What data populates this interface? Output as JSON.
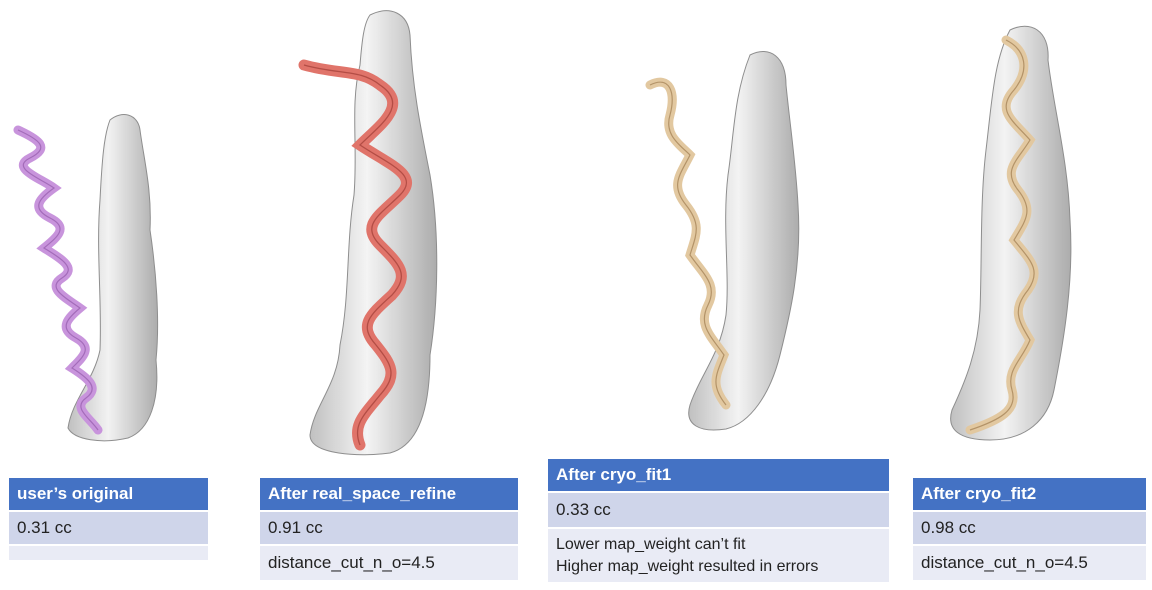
{
  "colors": {
    "header_bg": "#4472c4",
    "row_dark": "#cfd5ea",
    "row_light": "#e9ebf5",
    "map_density": "#d9d9d9",
    "helix_original": "#c894dc",
    "helix_refined": "#e0746a",
    "helix_cryo_fit": "#e2c8a0"
  },
  "panels": [
    {
      "title": "user’s original",
      "rows": [
        "0.31 cc",
        ""
      ]
    },
    {
      "title": "After real_space_refine",
      "rows": [
        "0.91 cc",
        "distance_cut_n_o=4.5"
      ]
    },
    {
      "title": "After cryo_fit1",
      "rows": [
        "0.33 cc"
      ],
      "notes": [
        "Lower map_weight can’t fit",
        "Higher map_weight resulted in errors"
      ]
    },
    {
      "title": "After cryo_fit2",
      "rows": [
        "0.98 cc",
        "distance_cut_n_o=4.5"
      ]
    }
  ]
}
